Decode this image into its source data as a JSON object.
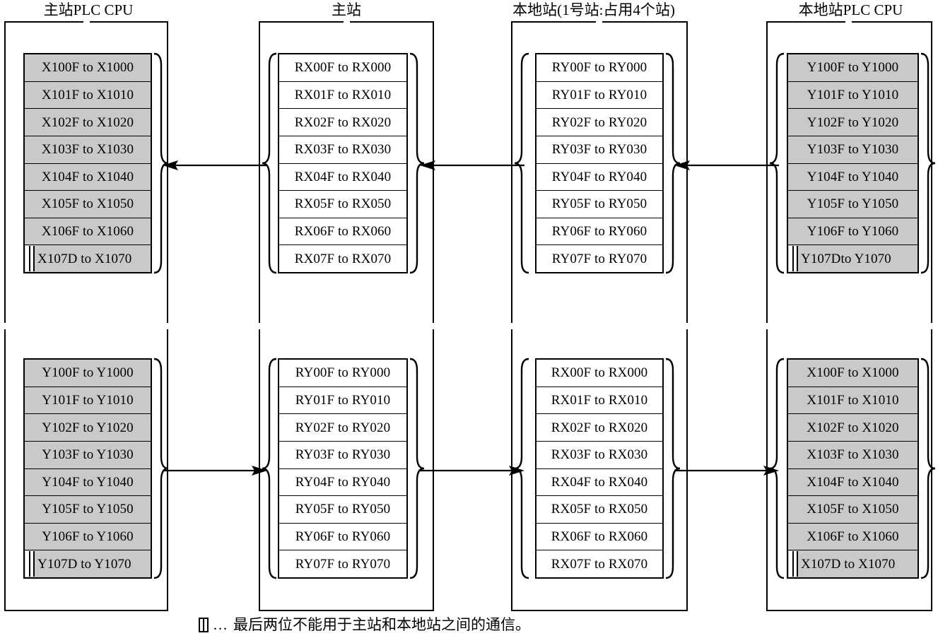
{
  "diagram": {
    "title_columns": [
      {
        "id": "master-plc-cpu",
        "label": "主站PLC CPU"
      },
      {
        "id": "master-station",
        "label": "主站"
      },
      {
        "id": "local-station",
        "label": "本地站(1号站:占用4个站)"
      },
      {
        "id": "local-plc-cpu",
        "label": "本地站PLC CPU"
      }
    ],
    "blocks": {
      "top": [
        {
          "id": "master-cpu-x-input",
          "column": 1,
          "filled": true,
          "rows": [
            "X100F to X1000",
            "X101F to X1010",
            "X102F to X1020",
            "X103F to X1030",
            "X104F to X1040",
            "X105F to X1050",
            "X106F to X1060",
            "X107D to X1070"
          ],
          "partial_last_row": true
        },
        {
          "id": "master-rx",
          "column": 2,
          "filled": false,
          "rows": [
            "RX00F to RX000",
            "RX01F to RX010",
            "RX02F to RX020",
            "RX03F to RX030",
            "RX04F to RX040",
            "RX05F to RX050",
            "RX06F to RX060",
            "RX07F to RX070"
          ],
          "partial_last_row": false
        },
        {
          "id": "local-ry",
          "column": 3,
          "filled": false,
          "rows": [
            "RY00F to RY000",
            "RY01F to RY010",
            "RY02F to RY020",
            "RY03F to RY030",
            "RY04F to RY040",
            "RY05F to RY050",
            "RY06F to RY060",
            "RY07F to RY070"
          ],
          "partial_last_row": false
        },
        {
          "id": "local-cpu-y-output",
          "column": 4,
          "filled": true,
          "rows": [
            "Y100F to Y1000",
            "Y101F to Y1010",
            "Y102F to Y1020",
            "Y103F to Y1030",
            "Y104F to Y1040",
            "Y105F to Y1050",
            "Y106F to Y1060",
            "Y107Dto Y1070"
          ],
          "partial_last_row": true
        }
      ],
      "bottom": [
        {
          "id": "master-cpu-y-output",
          "column": 1,
          "filled": true,
          "rows": [
            "Y100F to Y1000",
            "Y101F to Y1010",
            "Y102F to Y1020",
            "Y103F to Y1030",
            "Y104F to Y1040",
            "Y105F to Y1050",
            "Y106F to Y1060",
            "Y107D to Y1070"
          ],
          "partial_last_row": true
        },
        {
          "id": "master-ry",
          "column": 2,
          "filled": false,
          "rows": [
            "RY00F to RY000",
            "RY01F to RY010",
            "RY02F to RY020",
            "RY03F to RY030",
            "RY04F to RY040",
            "RY05F to RY050",
            "RY06F to RY060",
            "RY07F to RY070"
          ],
          "partial_last_row": false
        },
        {
          "id": "local-rx",
          "column": 3,
          "filled": false,
          "rows": [
            "RX00F to RX000",
            "RX01F to RX010",
            "RX02F to RX020",
            "RX03F to RX030",
            "RX04F to RX040",
            "RX05F to RX050",
            "RX06F to RX060",
            "RX07F to RX070"
          ],
          "partial_last_row": false
        },
        {
          "id": "local-cpu-x-input",
          "column": 4,
          "filled": true,
          "rows": [
            "X100F to X1000",
            "X101F to X1010",
            "X102F to X1020",
            "X103F to X1030",
            "X104F to X1040",
            "X105F to X1050",
            "X106F to X1060",
            "X107D to X1070"
          ],
          "partial_last_row": true
        }
      ]
    },
    "flow": {
      "top_direction": "left",
      "bottom_direction": "right"
    },
    "footnote": {
      "marker": "hatched-block-icon",
      "dots": "…",
      "text": "最后两位不能用于主站和本地站之间的通信。"
    },
    "colors": {
      "fill_gray": "#c9c9c9",
      "line": "#000000",
      "background": "#ffffff"
    }
  }
}
